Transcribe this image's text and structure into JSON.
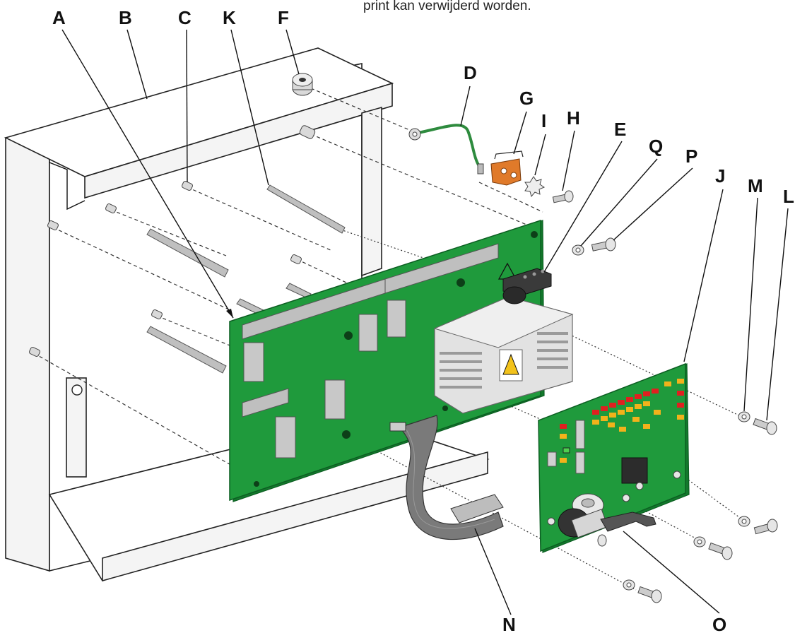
{
  "caption": "print kan verwijderd worden.",
  "callouts": {
    "A": "A",
    "B": "B",
    "C": "C",
    "K": "K",
    "F": "F",
    "D": "D",
    "G": "G",
    "I": "I",
    "H": "H",
    "E": "E",
    "Q": "Q",
    "P": "P",
    "J": "J",
    "M": "M",
    "L": "L",
    "N": "N",
    "O": "O"
  },
  "colors": {
    "pcb": "#1f9a3c",
    "ground_wire": "#2e8b3e",
    "bracket": "#e07a2a",
    "led_red": "#e02020",
    "led_yellow": "#f2b21b"
  }
}
